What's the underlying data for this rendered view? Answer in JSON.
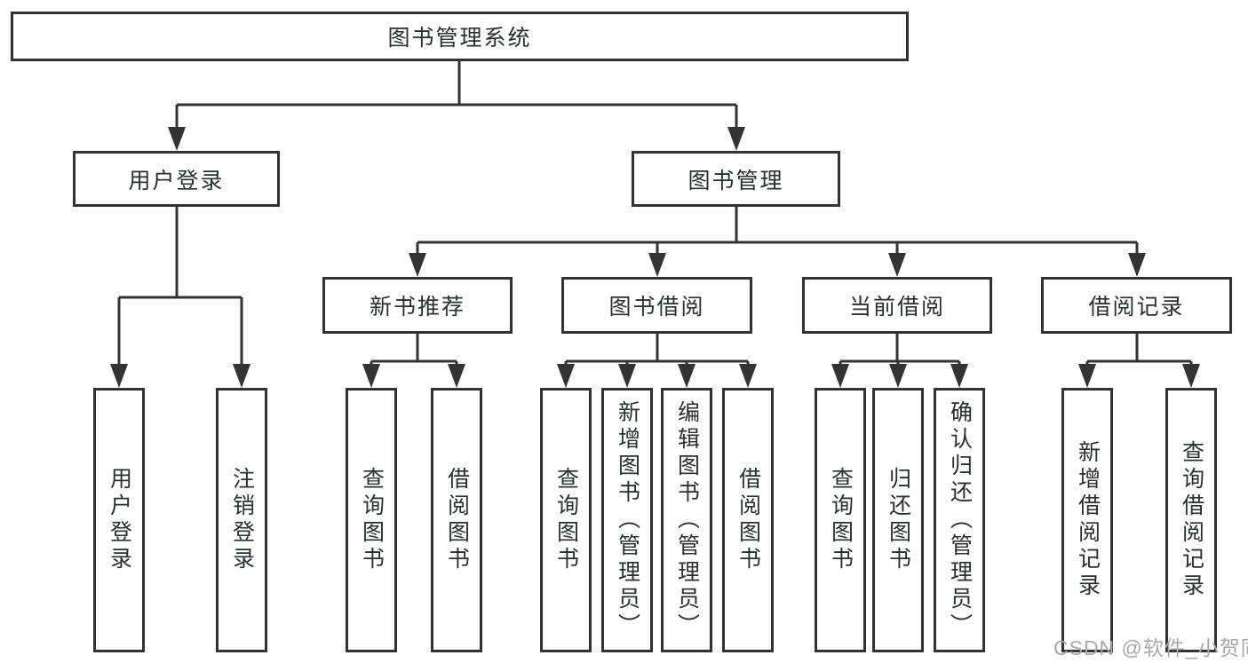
{
  "diagram": {
    "type": "tree",
    "title": "图书管理系统",
    "nodes": {
      "root": {
        "label": "图书管理系统"
      },
      "level2": [
        {
          "label": "用户登录"
        },
        {
          "label": "图书管理"
        }
      ],
      "level3": [
        {
          "label": "新书推荐",
          "parent": "图书管理"
        },
        {
          "label": "图书借阅",
          "parent": "图书管理"
        },
        {
          "label": "当前借阅",
          "parent": "图书管理"
        },
        {
          "label": "借阅记录",
          "parent": "图书管理"
        }
      ],
      "level4": [
        {
          "label": "用户登录",
          "parent": "用户登录"
        },
        {
          "label": "注销登录",
          "parent": "用户登录"
        },
        {
          "label": "查询图书",
          "parent": "新书推荐"
        },
        {
          "label": "借阅图书",
          "parent": "新书推荐"
        },
        {
          "label": "查询图书",
          "parent": "图书借阅"
        },
        {
          "label": "新增图书（管理员）",
          "parent": "图书借阅"
        },
        {
          "label": "编辑图书（管理员）",
          "parent": "图书借阅"
        },
        {
          "label": "借阅图书",
          "parent": "图书借阅"
        },
        {
          "label": "查询图书",
          "parent": "当前借阅"
        },
        {
          "label": "归还图书",
          "parent": "当前借阅"
        },
        {
          "label": "确认归还（管理员）",
          "parent": "当前借阅"
        },
        {
          "label": "新增借阅记录",
          "parent": "借阅记录"
        },
        {
          "label": "查询借阅记录",
          "parent": "借阅记录"
        }
      ]
    }
  },
  "watermark": {
    "text": "CSDN @软件_小贺同学"
  },
  "colors": {
    "line": "#333333",
    "box_border": "#333333",
    "text": "#2b2f33",
    "background": "#ffffff",
    "watermark": "#a9a9a9"
  }
}
